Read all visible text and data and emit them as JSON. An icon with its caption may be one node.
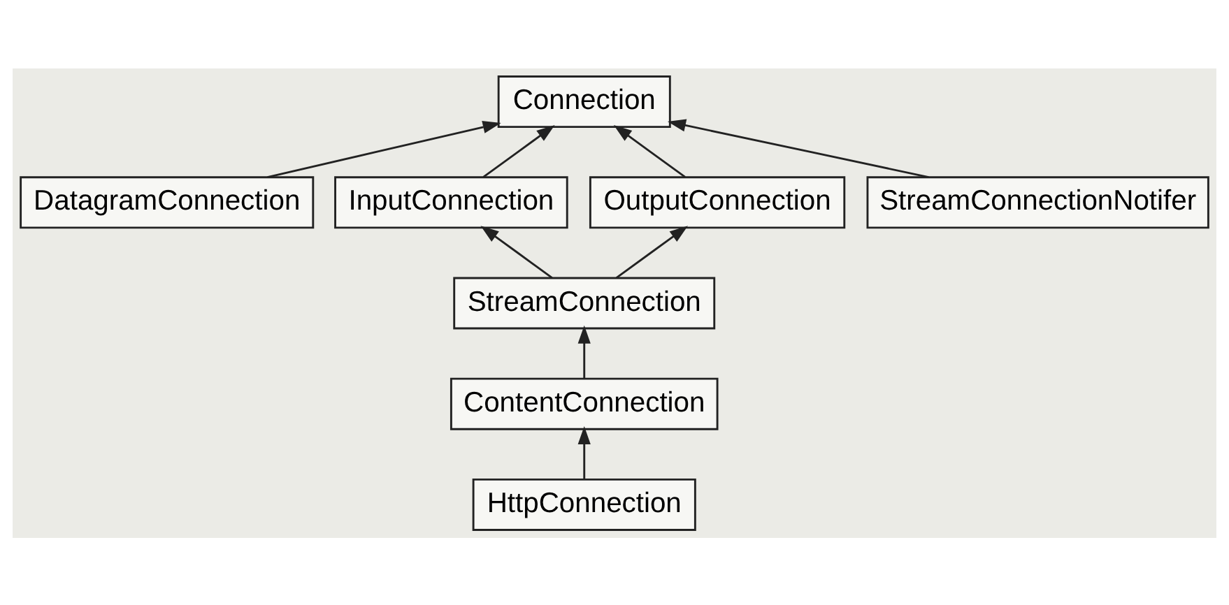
{
  "diagram": {
    "nodes": [
      {
        "text": [
          "Connection"
        ]
      },
      {
        "text": [
          "DatagramConnection"
        ]
      },
      {
        "text": [
          "InputConnection"
        ]
      },
      {
        "text": [
          "OutputConnection"
        ]
      },
      {
        "text": [
          "StreamConnectionNotifer"
        ]
      },
      {
        "text": [
          "StreamConnection"
        ]
      },
      {
        "text": [
          "ContentConnection"
        ]
      },
      {
        "text": [
          "HttpConnection"
        ]
      }
    ],
    "edges": [
      {
        "from": 1,
        "to": 0,
        "arrow": "to"
      },
      {
        "from": 2,
        "to": 0,
        "arrow": "to"
      },
      {
        "from": 3,
        "to": 0,
        "arrow": "to"
      },
      {
        "from": 4,
        "to": 0,
        "arrow": "to"
      },
      {
        "from": 5,
        "to": 2,
        "arrow": "to"
      },
      {
        "from": 5,
        "to": 3,
        "arrow": "to"
      },
      {
        "from": 6,
        "to": 5,
        "arrow": "to"
      },
      {
        "from": 7,
        "to": 6,
        "arrow": "to"
      }
    ]
  }
}
